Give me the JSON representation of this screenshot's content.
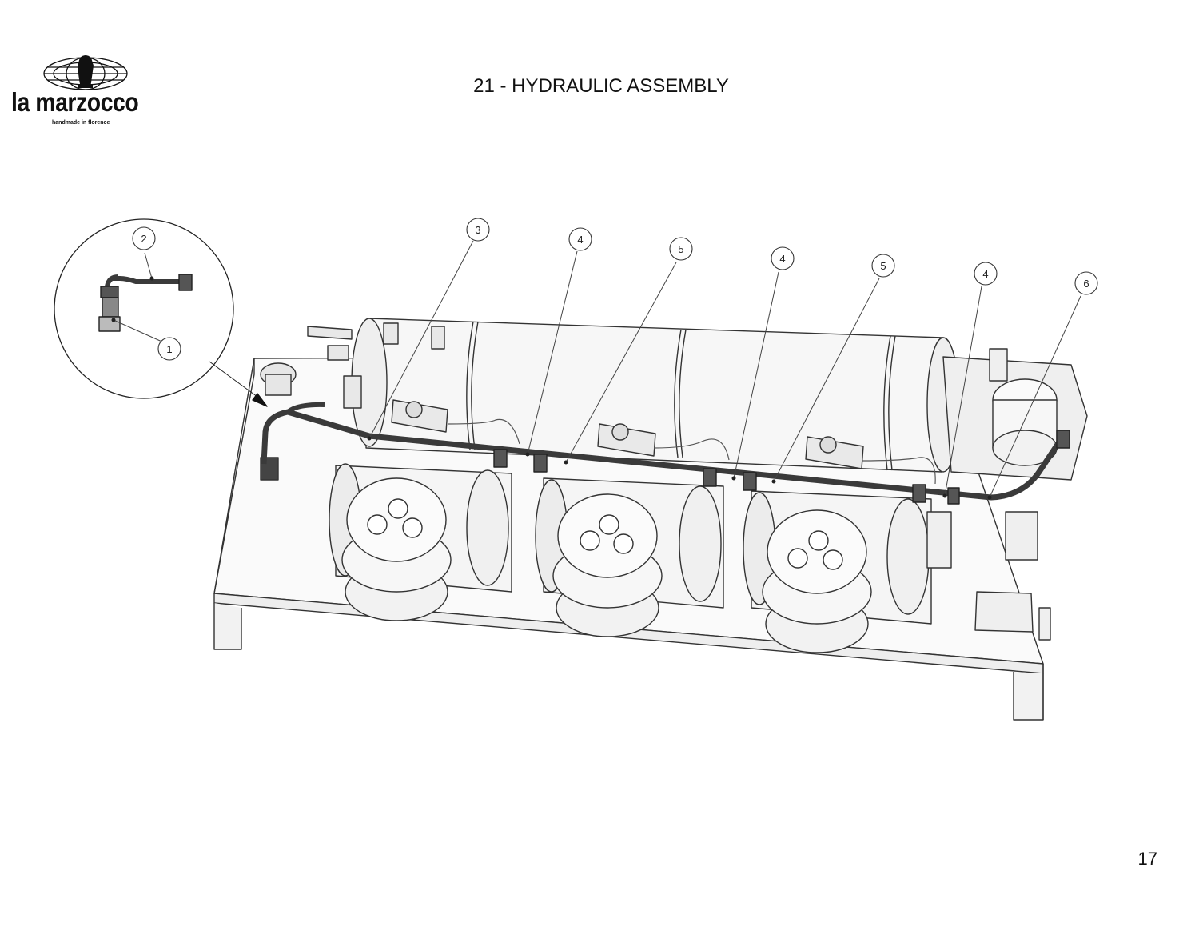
{
  "brand": {
    "name": "la marzocco",
    "tagline": "handmade in florence"
  },
  "page": {
    "title": "21 - HYDRAULIC ASSEMBLY",
    "number": "17"
  },
  "diagram": {
    "callouts": [
      {
        "id": "c1",
        "label": "1"
      },
      {
        "id": "c2",
        "label": "2"
      },
      {
        "id": "c3",
        "label": "3"
      },
      {
        "id": "c4a",
        "label": "4"
      },
      {
        "id": "c5a",
        "label": "5"
      },
      {
        "id": "c4b",
        "label": "4"
      },
      {
        "id": "c5b",
        "label": "5"
      },
      {
        "id": "c4c",
        "label": "4"
      },
      {
        "id": "c6",
        "label": "6"
      }
    ]
  },
  "colors": {
    "line": "#333333",
    "light_line": "#777777",
    "fill_light": "#f4f4f4",
    "pipe": "#3a3a3a"
  }
}
